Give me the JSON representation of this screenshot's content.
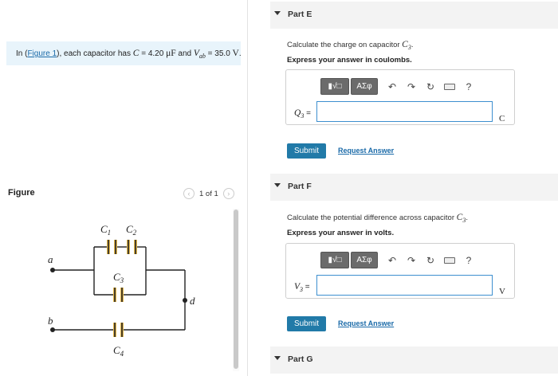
{
  "problem": {
    "prefix": "In (",
    "figure_link": "Figure 1",
    "mid": "), each capacitor has ",
    "c_var": "C",
    "c_eq": " = 4.20 ",
    "c_unit": "μF",
    "and": " and ",
    "v_var": "V",
    "v_sub": "ab",
    "v_eq": " = 35.0 ",
    "v_unit": "V",
    "end": "."
  },
  "figure": {
    "title": "Figure",
    "pager": "1 of 1",
    "prev": "‹",
    "next": "›",
    "labels": {
      "c1": "C",
      "c1s": "1",
      "c2": "C",
      "c2s": "2",
      "c3": "C",
      "c3s": "3",
      "c4": "C",
      "c4s": "4",
      "a": "a",
      "b": "b",
      "d": "d"
    }
  },
  "parts": [
    {
      "header": "Part E",
      "question": "Calculate the charge on capacitor ",
      "question_var": "C",
      "question_sub": "3",
      "question_end": ".",
      "instruction": "Express your answer in coulombs.",
      "var": "Q",
      "var_sub": "3",
      "eq": " =",
      "unit": "C",
      "submit": "Submit",
      "request": "Request Answer"
    },
    {
      "header": "Part F",
      "question": "Calculate the potential difference across capacitor ",
      "question_var": "C",
      "question_sub": "3",
      "question_end": ".",
      "instruction": "Express your answer in volts.",
      "var": "V",
      "var_sub": "3",
      "eq": " =",
      "unit": "V",
      "submit": "Submit",
      "request": "Request Answer"
    },
    {
      "header": "Part G"
    }
  ],
  "toolbar": {
    "template_glyph": "▮√□",
    "symbols": "ΑΣφ",
    "undo": "↶",
    "redo": "↷",
    "reset": "↻",
    "help": "?"
  },
  "colors": {
    "accent": "#217aa8",
    "link": "#1a6aa8",
    "capacitor": "#e5b84a"
  }
}
